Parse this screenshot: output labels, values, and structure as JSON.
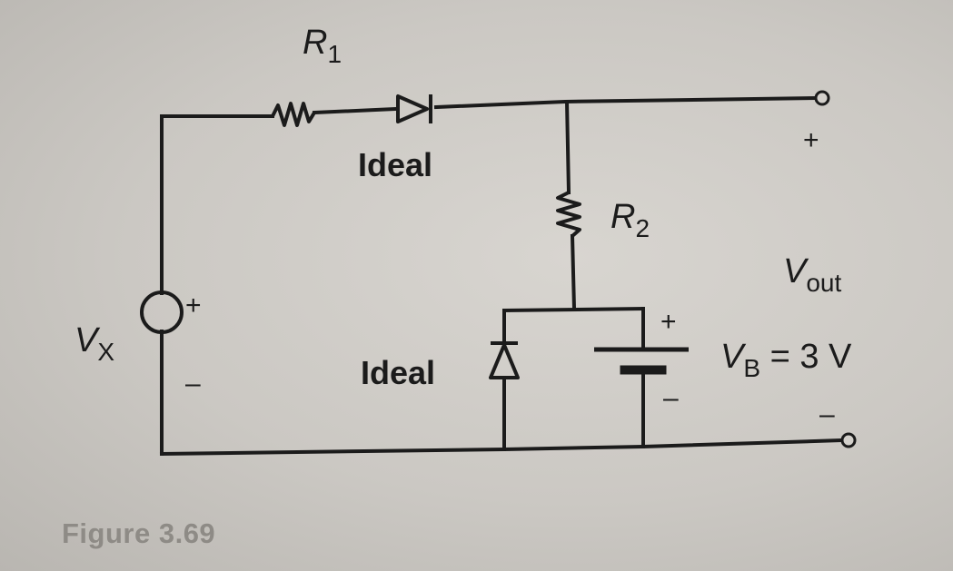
{
  "labels": {
    "r1": "R",
    "r1_sub": "1",
    "r2": "R",
    "r2_sub": "2",
    "vx": "V",
    "vx_sub": "X",
    "vout": "V",
    "vout_sub": "out",
    "vb": "V",
    "vb_sub": "B",
    "vb_value": " = 3 V",
    "ideal_top": "Ideal",
    "ideal_bottom": "Ideal",
    "plus_vx": "+",
    "minus_vx": "–",
    "plus_vb": "+",
    "minus_vb": "–",
    "plus_out": "+",
    "minus_out": "–"
  },
  "caption": "Figure 3.69"
}
